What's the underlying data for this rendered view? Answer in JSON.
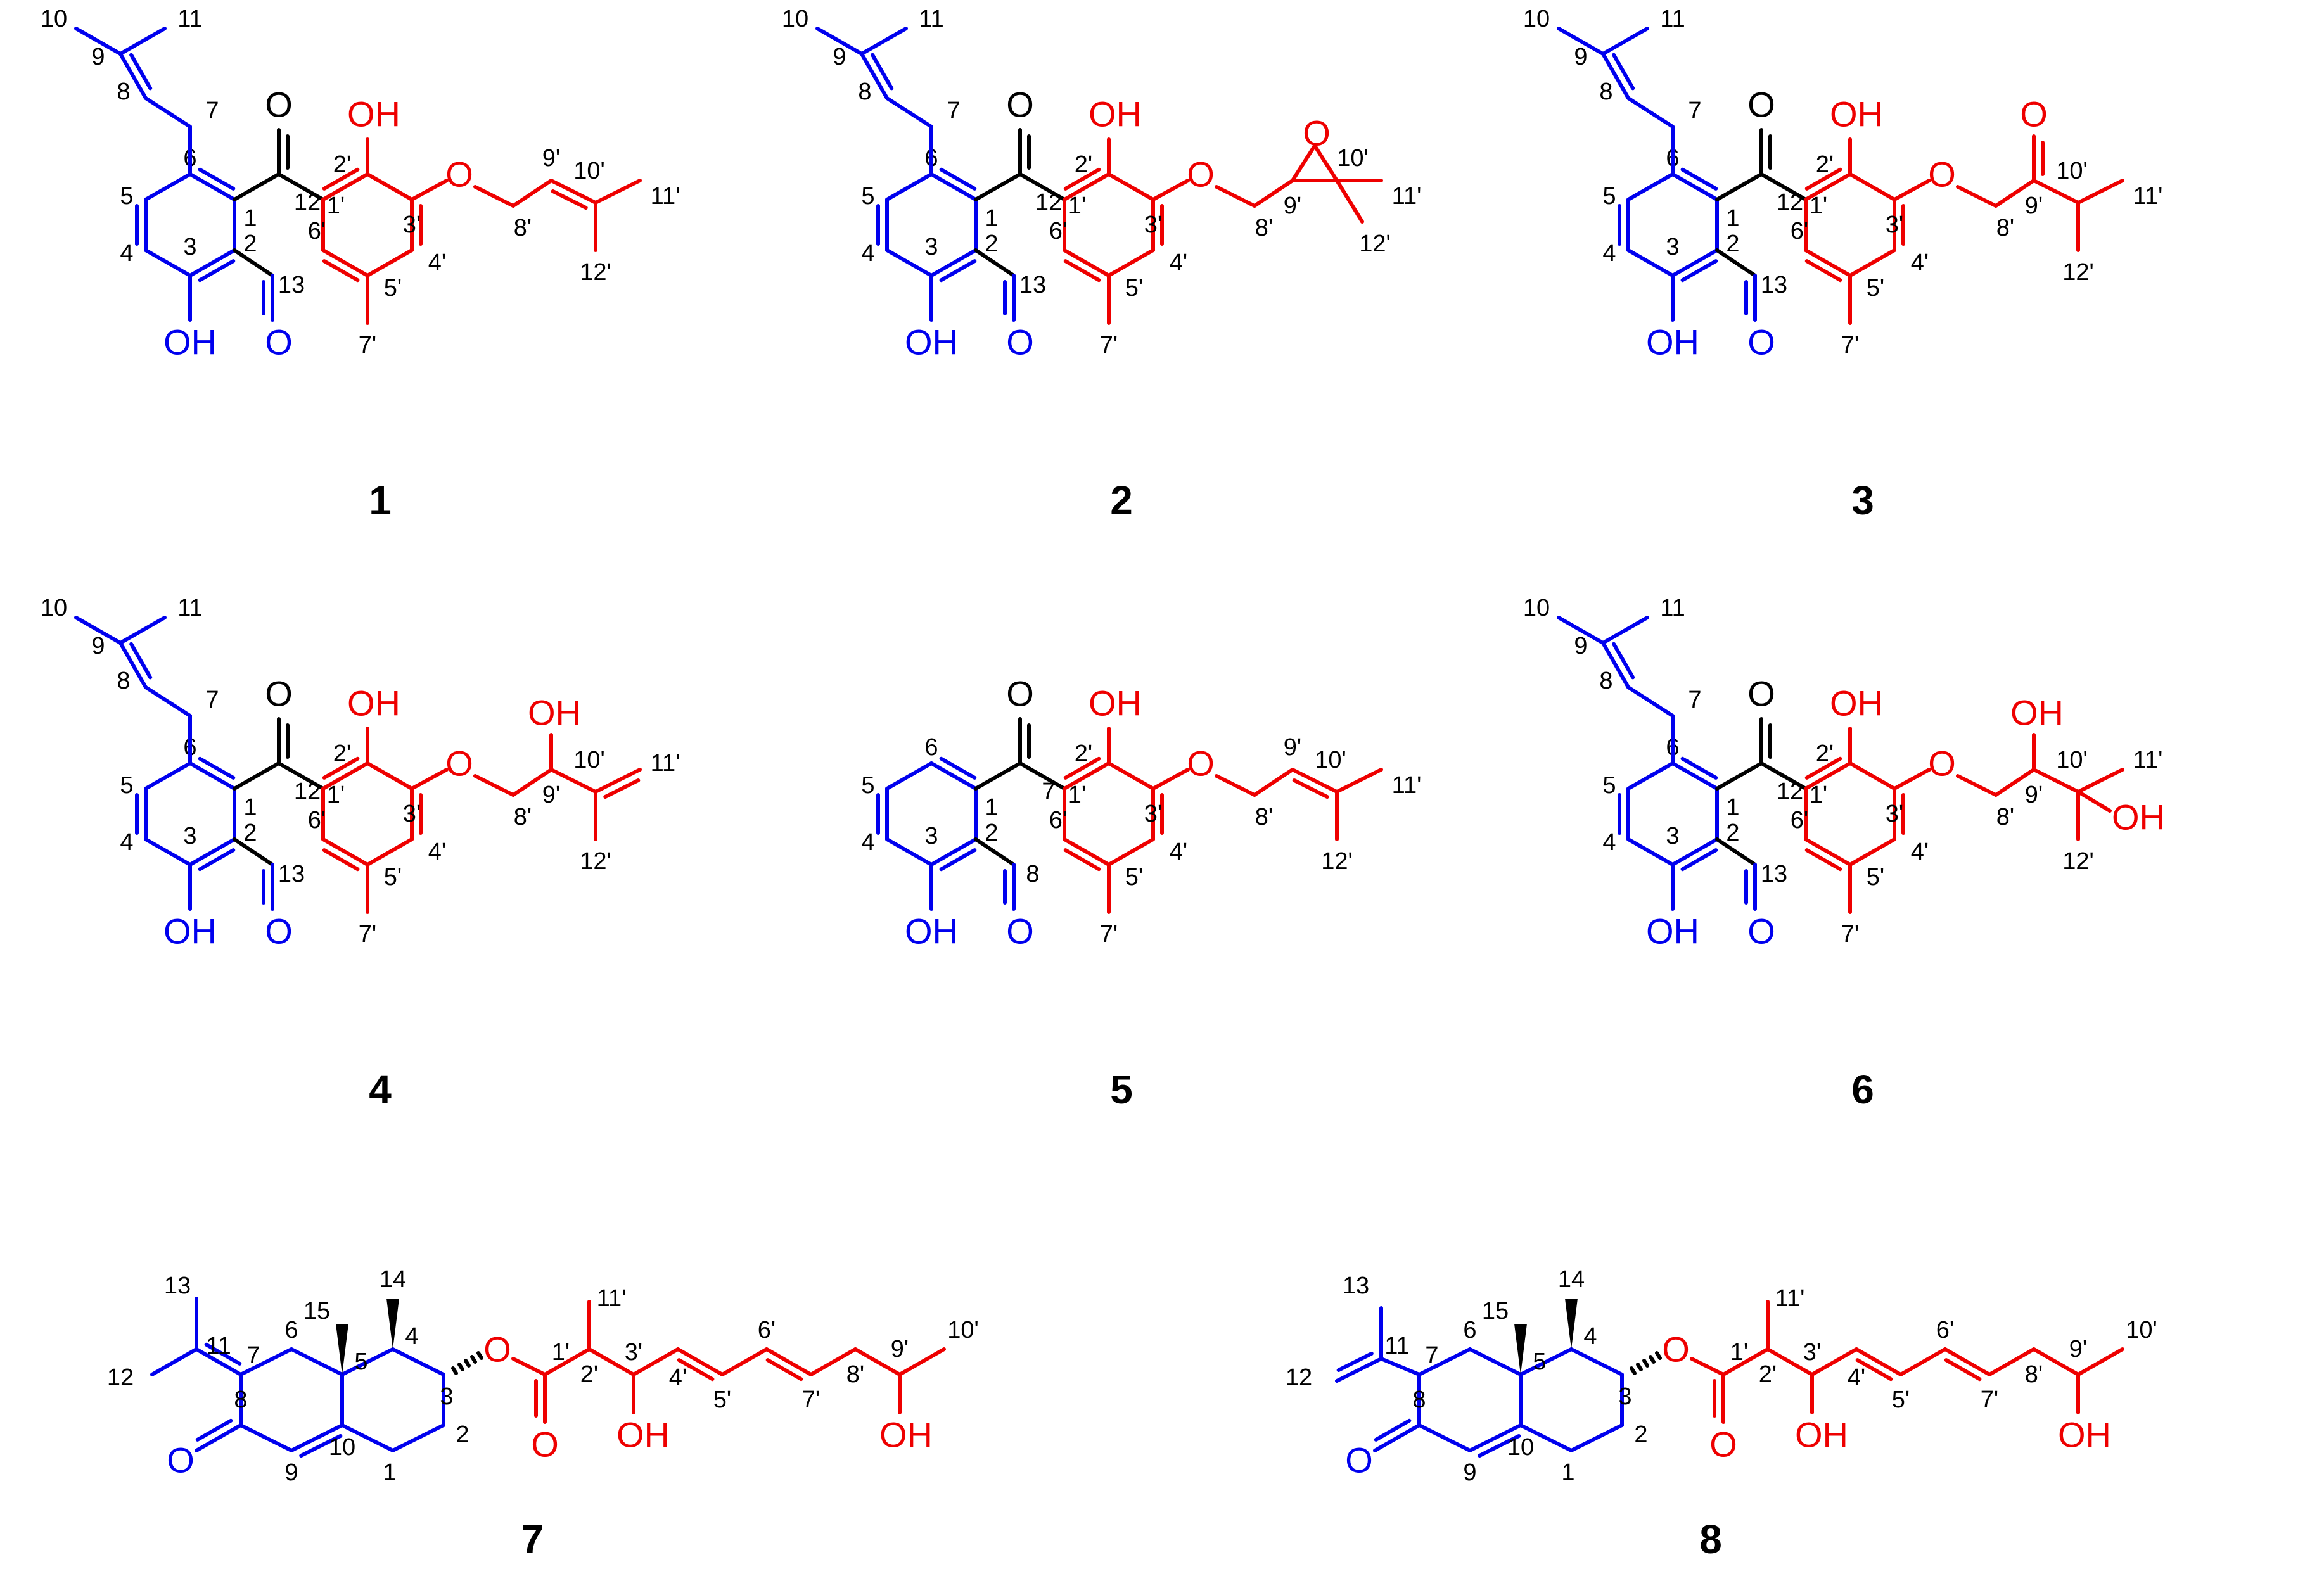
{
  "colors": {
    "black": "#000000",
    "blue": "#0000ee",
    "red": "#ee0000"
  },
  "labels": {
    "compound_ids": [
      "1",
      "2",
      "3",
      "4",
      "5",
      "6",
      "7",
      "8"
    ],
    "atoms": {
      "oh": "OH",
      "o": "O"
    },
    "numbering": {
      "benzophenone": [
        "1",
        "2",
        "3",
        "4",
        "5",
        "6",
        "7",
        "8",
        "9",
        "10",
        "11",
        "12",
        "13",
        "1'",
        "2'",
        "3'",
        "4'",
        "5'",
        "6'",
        "7'",
        "8'",
        "9'",
        "10'",
        "11'",
        "12'"
      ],
      "compound5": [
        "1",
        "2",
        "3",
        "4",
        "5",
        "6",
        "7",
        "8",
        "1'",
        "2'",
        "3'",
        "4'",
        "5'",
        "6'",
        "7'",
        "8'",
        "9'",
        "10'",
        "11'",
        "12'"
      ],
      "sesquiterpene": [
        "1",
        "2",
        "3",
        "4",
        "5",
        "6",
        "7",
        "8",
        "9",
        "10",
        "11",
        "12",
        "13",
        "14",
        "15",
        "1'",
        "2'",
        "3'",
        "4'",
        "5'",
        "6'",
        "7'",
        "8'",
        "9'",
        "10'",
        "11'"
      ]
    }
  }
}
